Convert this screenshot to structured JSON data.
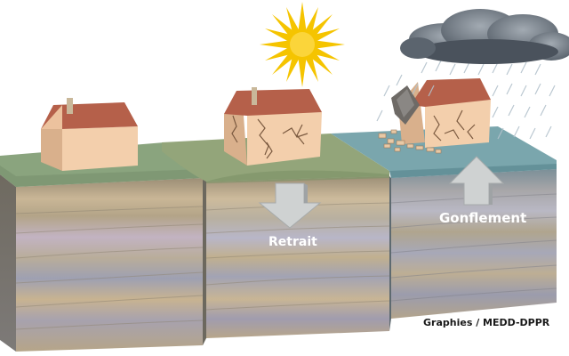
{
  "diagram": {
    "labels": {
      "shrink": "Retrait",
      "swell": "Gonflement",
      "credit": "Graphies / MEDD-DPPR"
    },
    "icons": {
      "sun": "sun-icon",
      "cloud": "storm-cloud-icon",
      "down": "down-arrow-icon",
      "up": "up-arrow-icon"
    },
    "colors": {
      "grass_left": "#8aa47e",
      "grass_mid": "#93a57a",
      "water": "#7aa6ad",
      "roof": "#b5604a",
      "wall": "#f3cfac",
      "sun": "#f5c400",
      "arrow": "#cfd2d2",
      "soil_light": "#cdbb9c",
      "soil_grey": "#b8b6c2"
    }
  }
}
